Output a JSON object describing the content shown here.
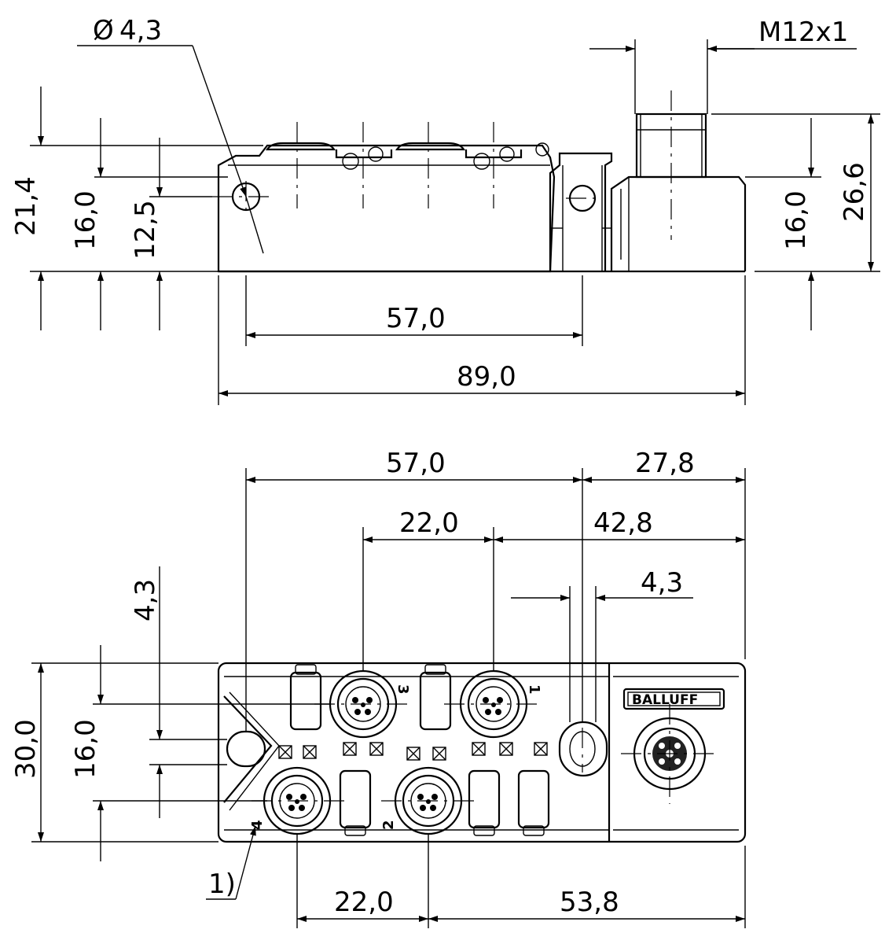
{
  "side_view": {
    "dims": {
      "hole_diameter": "4,3",
      "thread": "M12x1",
      "height_total": "21,4",
      "height_body": "16,0",
      "height_hole": "12,5",
      "connector_height": "26,6",
      "connector_body_height": "16,0",
      "hole_pitch": "57,0",
      "overall_length": "89,0"
    },
    "diameter_symbol": "Ø"
  },
  "top_view": {
    "dims": {
      "hole_pitch": "57,0",
      "right_offset": "27,8",
      "port_pitch_top": "22,0",
      "port_offset_right": "42,8",
      "slot_width": "4,3",
      "slot_height": "4,3",
      "width_total": "30,0",
      "port_row_pitch": "16,0",
      "port_pitch_bottom": "22,0",
      "port_offset_bottom": "53,8"
    },
    "port_labels": [
      "3",
      "1",
      "4",
      "2"
    ],
    "note_ref": "1)",
    "brand": "BALLUFF"
  }
}
